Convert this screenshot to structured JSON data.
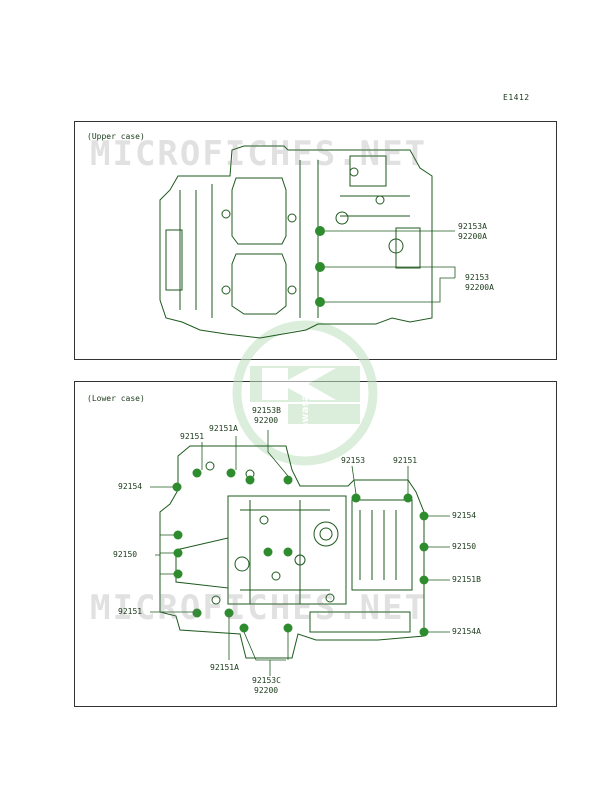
{
  "page_code": "E1412",
  "upper": {
    "title": "(Upper case)",
    "callouts": {
      "top": "92153A",
      "top2": "92200A",
      "mid": "92153",
      "mid2": "92200A"
    }
  },
  "lower": {
    "title": "(Lower case)",
    "callouts": {
      "c92153b": "92153B",
      "c92200_top": "92200",
      "c92151a_top": "92151A",
      "c92151_left_top": "92151",
      "c92153": "92153",
      "c92151_right": "92151",
      "c92154_left": "92154",
      "c92154_right": "92154",
      "c92150_left": "92150",
      "c92150_right": "92150",
      "c92151b": "92151B",
      "c92151_left_bottom": "92151",
      "c92154a": "92154A",
      "c92151a_bottom": "92151A",
      "c92153c": "92153C",
      "c92200_bottom": "92200"
    }
  },
  "watermark": "MICROFICHES.NET",
  "logo_text": "Kawasaki",
  "colors": {
    "line": "#1e5a1e",
    "bolt": "#2e8b2e",
    "logo": "#3a9a3a",
    "frame": "#333333"
  }
}
